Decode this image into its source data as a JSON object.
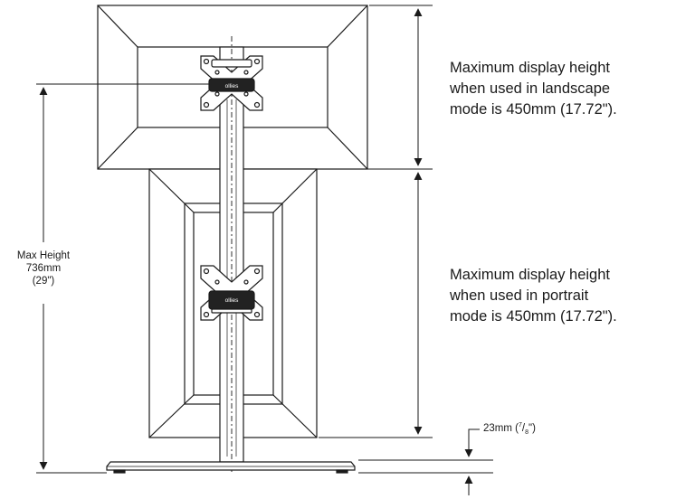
{
  "landscape_note": {
    "line1": "Maximum display height",
    "line2": "when used in landscape",
    "line3": "mode is 450mm (17.72\")."
  },
  "portrait_note": {
    "line1": "Maximum display height",
    "line2": "when used in portrait",
    "line3": "mode is 450mm (17.72\")."
  },
  "max_height": {
    "line1": "Max Height",
    "line2": "736mm",
    "line3": "(29\")"
  },
  "base_thickness": {
    "metric": "23mm",
    "fraction_num": "7",
    "fraction_den": "8"
  },
  "bracket_logo_text": "ollies",
  "colors": {
    "line": "#1a1a1a",
    "shade": "#444444"
  }
}
